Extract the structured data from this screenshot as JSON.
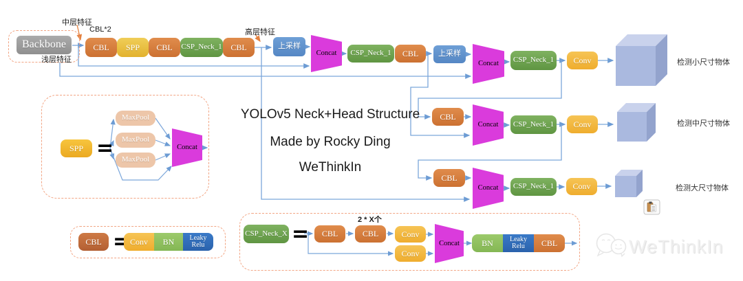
{
  "title": {
    "line1": "YOLOv5 Neck+Head Structure",
    "line2": "Made by Rocky Ding",
    "line3": "WeThinkIn"
  },
  "labels": {
    "backbone": "Backbone",
    "cbl": "CBL",
    "spp": "SPP",
    "csp_neck_1": "CSP_Neck_1",
    "csp_neck_x": "CSP_Neck_X",
    "upsample": "上采样",
    "concat": "Concat",
    "conv": "Conv",
    "bn": "BN",
    "leaky_relu": "Leaky Relu",
    "maxpool": "MaxPool",
    "equals": "="
  },
  "annotations": {
    "mid_feature": "中层特征",
    "shallow_feature": "浅层特征",
    "high_feature": "高层特征",
    "cbl_x2": "CBL*2",
    "x_count": "2 * X个"
  },
  "outputs": {
    "small": "检测小尺寸物体",
    "medium": "检测中尺寸物体",
    "large": "检测大尺寸物体"
  },
  "watermark": {
    "text": "WeThinkIn"
  },
  "colors": {
    "wire": "#7BA6DA",
    "arrow": "#6D9CD4",
    "dashed_border": "#F2A482",
    "pointer_orange": "#E4813F",
    "concat_magenta": "#DA3BDC",
    "cbl_orange": "#D67B36",
    "spp_yellow": "#E8C33C",
    "csp_green": "#6FA350",
    "upsample_blue": "#5E92CC",
    "conv_yellow": "#F2B842",
    "bn_green": "#8EC05E",
    "leaky_blue": "#2F6FBE",
    "maxpool_peach": "#EDC6A9",
    "cube_front": "#AAB9DF",
    "cube_top": "#C9D2EC",
    "cube_side": "#93A3CD"
  }
}
